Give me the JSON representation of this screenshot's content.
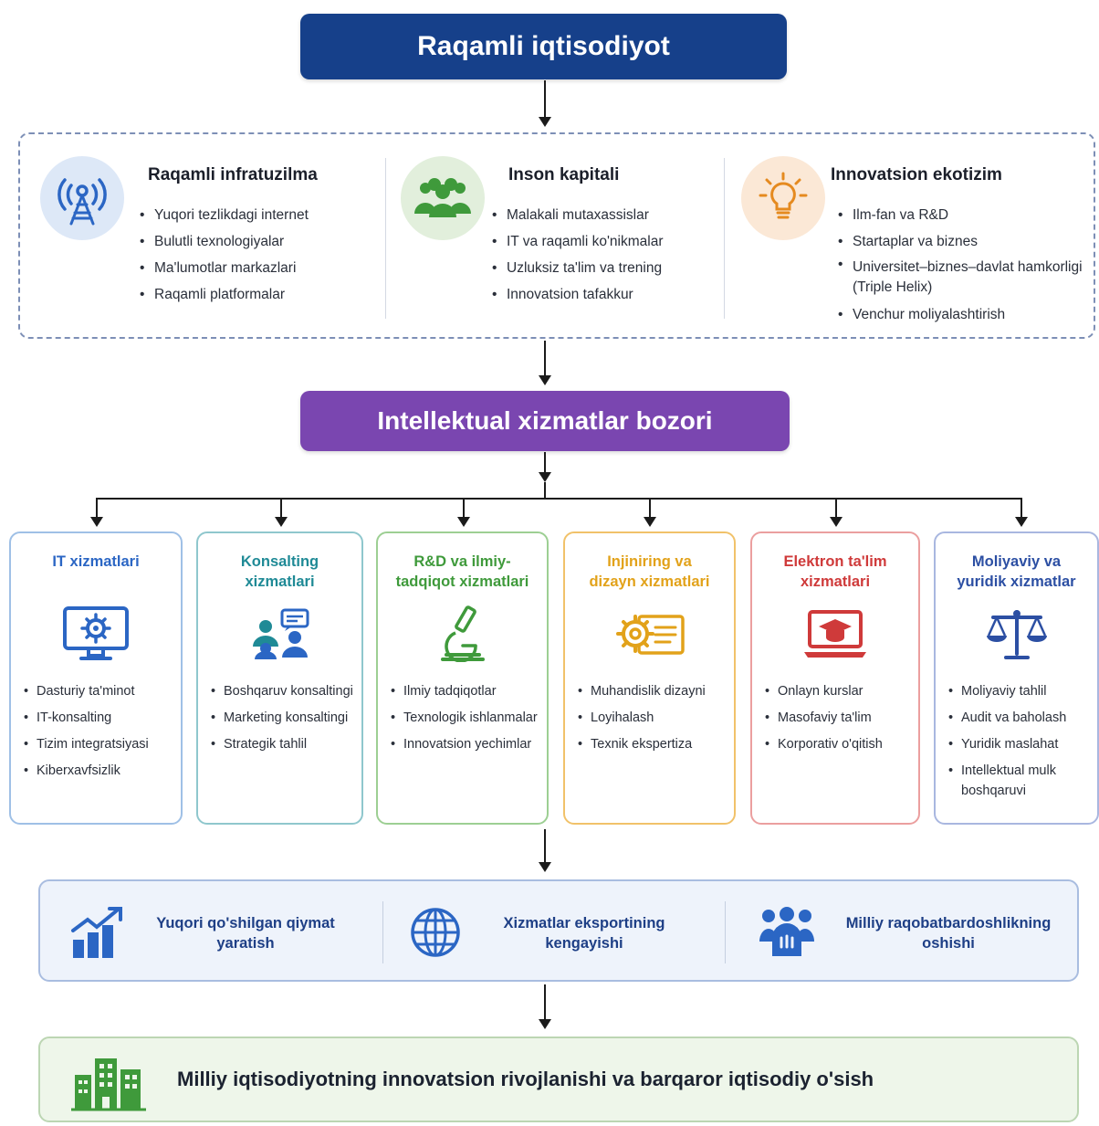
{
  "top_title": "Raqamli iqtisodiyot",
  "foundation": {
    "pillars": [
      {
        "title": "Raqamli infratuzilma",
        "icon": "antenna-tower-icon",
        "items": [
          "Yuqori tezlikdagi internet",
          "Bulutli texnologiyalar",
          "Ma'lumotlar markazlari",
          "Raqamli platformalar"
        ]
      },
      {
        "title": "Inson kapitali",
        "icon": "people-group-icon",
        "items": [
          "Malakali mutaxassislar",
          "IT va raqamli ko'nikmalar",
          "Uzluksiz ta'lim va trening",
          "Innovatsion tafakkur"
        ]
      },
      {
        "title": "Innovatsion ekotizim",
        "icon": "lightbulb-icon",
        "items": [
          "Ilm-fan va R&D",
          "Startaplar va biznes",
          "Universitet–biznes–davlat hamkorligi (Triple Helix)",
          "Venchur moliyalashtirish"
        ]
      }
    ]
  },
  "mid_title": "Intellektual xizmatlar bozori",
  "services": [
    {
      "title_lines": [
        "IT xizmatlari"
      ],
      "color": "#2b66c4",
      "icon": "computer-gear-icon",
      "items": [
        "Dasturiy ta'minot",
        "IT-konsalting",
        "Tizim integratsiyasi",
        "Kiberxavfsizlik"
      ]
    },
    {
      "title_lines": [
        "Konsalting",
        "xizmatlari"
      ],
      "color": "#1f8a96",
      "icon": "consulting-people-icon",
      "items": [
        "Boshqaruv konsaltingi",
        "Marketing konsaltingi",
        "Strategik tahlil"
      ]
    },
    {
      "title_lines": [
        "R&D va ilmiy-",
        "tadqiqot xizmatlari"
      ],
      "color": "#3f9a3b",
      "icon": "microscope-icon",
      "items": [
        "Ilmiy tadqiqotlar",
        "Texnologik ishlanmalar",
        "Innovatsion yechimlar"
      ]
    },
    {
      "title_lines": [
        "Injiniring va",
        "dizayn xizmatlari"
      ],
      "color": "#e2a21a",
      "icon": "gear-blueprint-icon",
      "items": [
        "Muhandislik dizayni",
        "Loyihalash",
        "Texnik ekspertiza"
      ]
    },
    {
      "title_lines": [
        "Elektron ta'lim",
        "xizmatlari"
      ],
      "color": "#cf3a3a",
      "icon": "graduation-laptop-icon",
      "items": [
        "Onlayn kurslar",
        "Masofaviy ta'lim",
        "Korporativ o'qitish"
      ]
    },
    {
      "title_lines": [
        "Moliyaviy va",
        "yuridik xizmatlar"
      ],
      "color": "#2c4fa3",
      "icon": "scales-icon",
      "items": [
        "Moliyaviy tahlil",
        "Audit va baholash",
        "Yuridik maslahat",
        "Intellektual mulk boshqaruvi"
      ]
    }
  ],
  "outcomes": [
    {
      "lines": [
        "Yuqori qo'shilgan qiymat",
        "yaratish"
      ],
      "icon": "growth-chart-icon"
    },
    {
      "lines": [
        "Xizmatlar eksportining",
        "kengayishi"
      ],
      "icon": "globe-icon"
    },
    {
      "lines": [
        "Milliy raqobatbardoshlikning",
        "oshishi"
      ],
      "icon": "team-competitiveness-icon"
    }
  ],
  "final": {
    "text": "Milliy iqtisodiyotning innovatsion rivojlanishi va barqaror iqtisodiy o'sish",
    "icon": "city-buildings-icon"
  }
}
